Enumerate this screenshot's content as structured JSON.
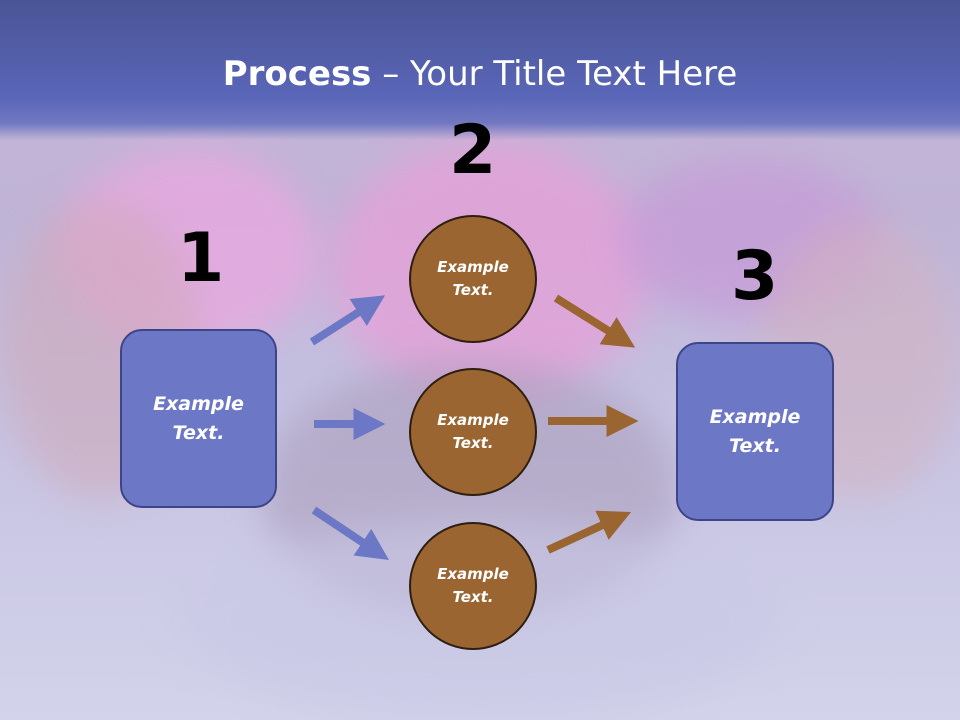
{
  "title": {
    "bold": "Process",
    "rest": " – Your Title Text Here"
  },
  "steps": [
    {
      "number": "1",
      "box_text": "Example\nText."
    },
    {
      "number": "2",
      "circles": [
        "Example\nText.",
        "Example\nText.",
        "Example\nText."
      ]
    },
    {
      "number": "3",
      "box_text": "Example\nText."
    }
  ],
  "colors": {
    "title_band": "#5a66b8",
    "box_fill": "#6c78c6",
    "circle_fill": "#9a6531",
    "arrow_blue": "#6c78c6",
    "arrow_brown": "#9a6531"
  }
}
